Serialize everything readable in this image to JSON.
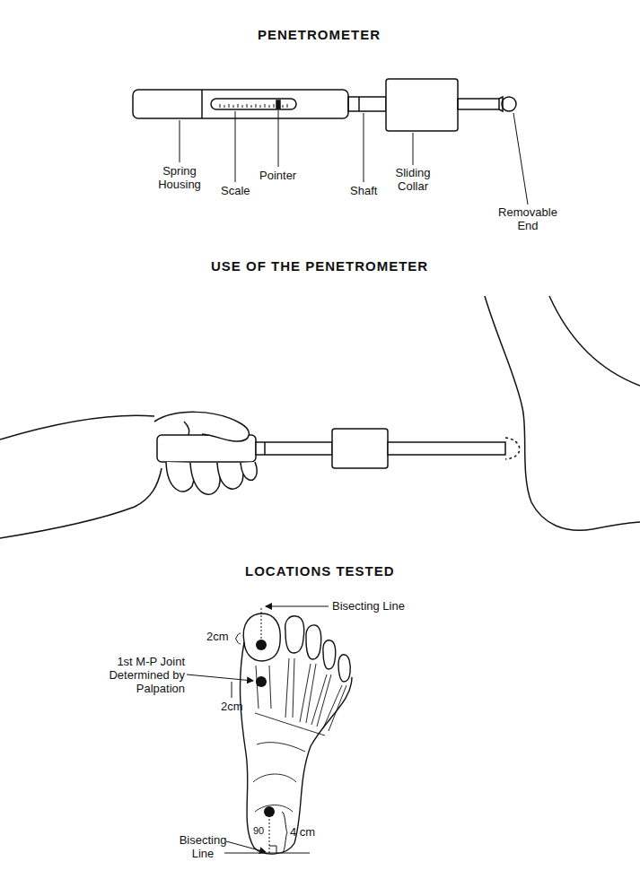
{
  "diagram": {
    "labels": [
      "PENETROMETER",
      "Spring Housing",
      "Scale",
      "Pointer",
      "Shaft",
      "Sliding Collar",
      "Removable End",
      "USE OF THE PENETROMETER",
      "LOCATIONS TESTED",
      "Bisecting Line",
      "2cm",
      "1st M-P Joint Determined by Palpation",
      "2cm",
      "90",
      "4 cm",
      "Bisecting Line"
    ]
  }
}
